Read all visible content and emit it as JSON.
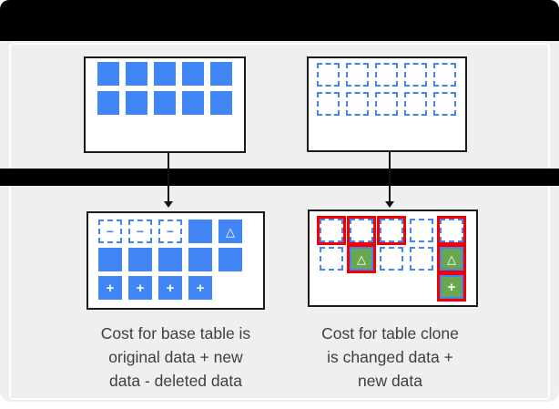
{
  "colors": {
    "blue": "#4285f4",
    "green": "#6aa84f",
    "red": "#f40000",
    "background_gray": "#efefef",
    "bar_black": "#000000",
    "text_gray": "#3c4043"
  },
  "symbols": {
    "delta": "△",
    "plus": "+",
    "minus": "−"
  },
  "diagram": {
    "base_table_top": {
      "cells": [
        {
          "type": "solid",
          "symbol": ""
        },
        {
          "type": "solid",
          "symbol": ""
        },
        {
          "type": "solid",
          "symbol": ""
        },
        {
          "type": "solid",
          "symbol": ""
        },
        {
          "type": "solid",
          "symbol": ""
        },
        {
          "type": "solid",
          "symbol": ""
        },
        {
          "type": "solid",
          "symbol": ""
        },
        {
          "type": "solid",
          "symbol": ""
        },
        {
          "type": "solid",
          "symbol": ""
        },
        {
          "type": "solid",
          "symbol": ""
        }
      ]
    },
    "clone_table_top": {
      "cells": [
        {
          "type": "dashed",
          "symbol": ""
        },
        {
          "type": "dashed",
          "symbol": ""
        },
        {
          "type": "dashed",
          "symbol": ""
        },
        {
          "type": "dashed",
          "symbol": ""
        },
        {
          "type": "dashed",
          "symbol": ""
        },
        {
          "type": "dashed",
          "symbol": ""
        },
        {
          "type": "dashed",
          "symbol": ""
        },
        {
          "type": "dashed",
          "symbol": ""
        },
        {
          "type": "dashed",
          "symbol": ""
        },
        {
          "type": "dashed",
          "symbol": ""
        }
      ]
    },
    "base_table_bottom": {
      "cells": [
        {
          "type": "dashed_minus",
          "symbol": "−"
        },
        {
          "type": "dashed_minus",
          "symbol": "−"
        },
        {
          "type": "dashed_minus",
          "symbol": "−"
        },
        {
          "type": "solid",
          "symbol": ""
        },
        {
          "type": "solid_delta",
          "symbol": "△"
        },
        {
          "type": "solid",
          "symbol": ""
        },
        {
          "type": "solid",
          "symbol": ""
        },
        {
          "type": "solid",
          "symbol": ""
        },
        {
          "type": "solid",
          "symbol": ""
        },
        {
          "type": "solid",
          "symbol": ""
        },
        {
          "type": "solid_plus",
          "symbol": "+"
        },
        {
          "type": "solid_plus",
          "symbol": "+"
        },
        {
          "type": "solid_plus",
          "symbol": "+"
        },
        {
          "type": "solid_plus",
          "symbol": "+"
        },
        {
          "type": "empty",
          "symbol": ""
        }
      ]
    },
    "clone_table_bottom": {
      "cells": [
        {
          "type": "dashed_red",
          "symbol": ""
        },
        {
          "type": "dashed_red",
          "symbol": ""
        },
        {
          "type": "dashed_red",
          "symbol": ""
        },
        {
          "type": "dashed",
          "symbol": ""
        },
        {
          "type": "dashed_red",
          "symbol": ""
        },
        {
          "type": "dashed",
          "symbol": ""
        },
        {
          "type": "green_delta_red",
          "symbol": "△"
        },
        {
          "type": "dashed",
          "symbol": ""
        },
        {
          "type": "dashed",
          "symbol": ""
        },
        {
          "type": "green_delta_red",
          "symbol": "△"
        },
        {
          "type": "empty",
          "symbol": ""
        },
        {
          "type": "empty",
          "symbol": ""
        },
        {
          "type": "empty",
          "symbol": ""
        },
        {
          "type": "empty",
          "symbol": ""
        },
        {
          "type": "green_plus_red",
          "symbol": "+"
        }
      ]
    }
  },
  "captions": {
    "left": {
      "line1": "Cost for base table is",
      "line2": "original data + new",
      "line3": "data - deleted data"
    },
    "right": {
      "line1": "Cost for table clone",
      "line2": "is changed data +",
      "line3": "new data"
    }
  }
}
